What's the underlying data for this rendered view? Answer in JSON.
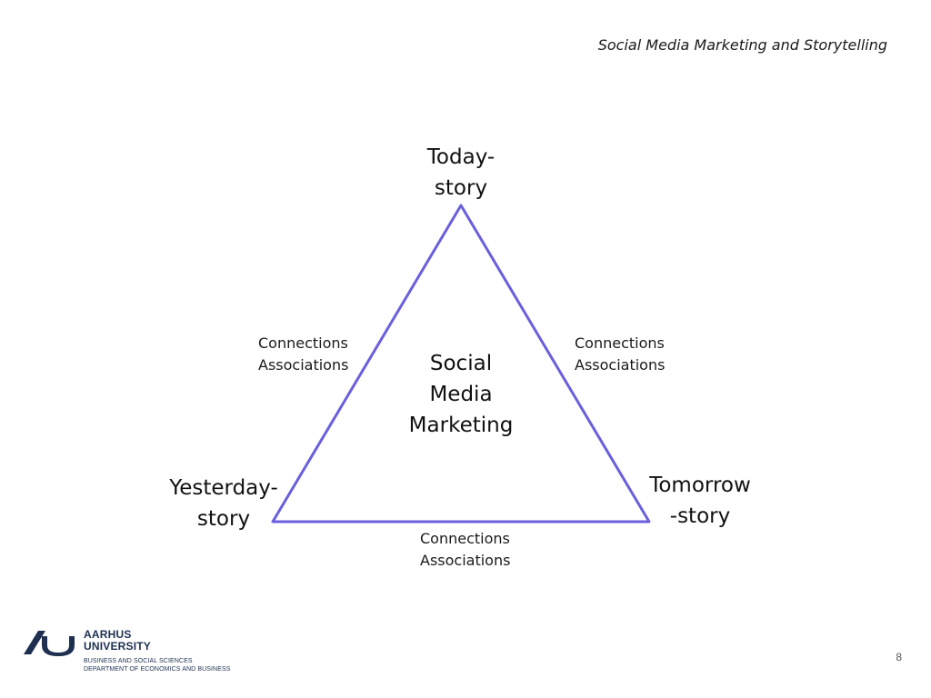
{
  "header": {
    "title": "Social Media Marketing and Storytelling"
  },
  "diagram": {
    "nodes": {
      "top": [
        "Today-",
        "story"
      ],
      "left": [
        "Yesterday-",
        "story"
      ],
      "right": [
        "Tomorrow",
        "-story"
      ]
    },
    "center": [
      "Social",
      "Media",
      "Marketing"
    ],
    "edges": {
      "left": [
        "Connections",
        "Associations"
      ],
      "right": [
        "Connections",
        "Associations"
      ],
      "bottom": [
        "Connections",
        "Associations"
      ]
    },
    "line_color": "#6a5fdc"
  },
  "footer": {
    "logo": {
      "name": [
        "AARHUS",
        "UNIVERSITY"
      ],
      "sub": [
        "BUSINESS AND SOCIAL SCIENCES",
        "DEPARTMENT OF ECONOMICS AND BUSINESS"
      ],
      "color": "#1e2f50"
    },
    "page_number": "8"
  }
}
